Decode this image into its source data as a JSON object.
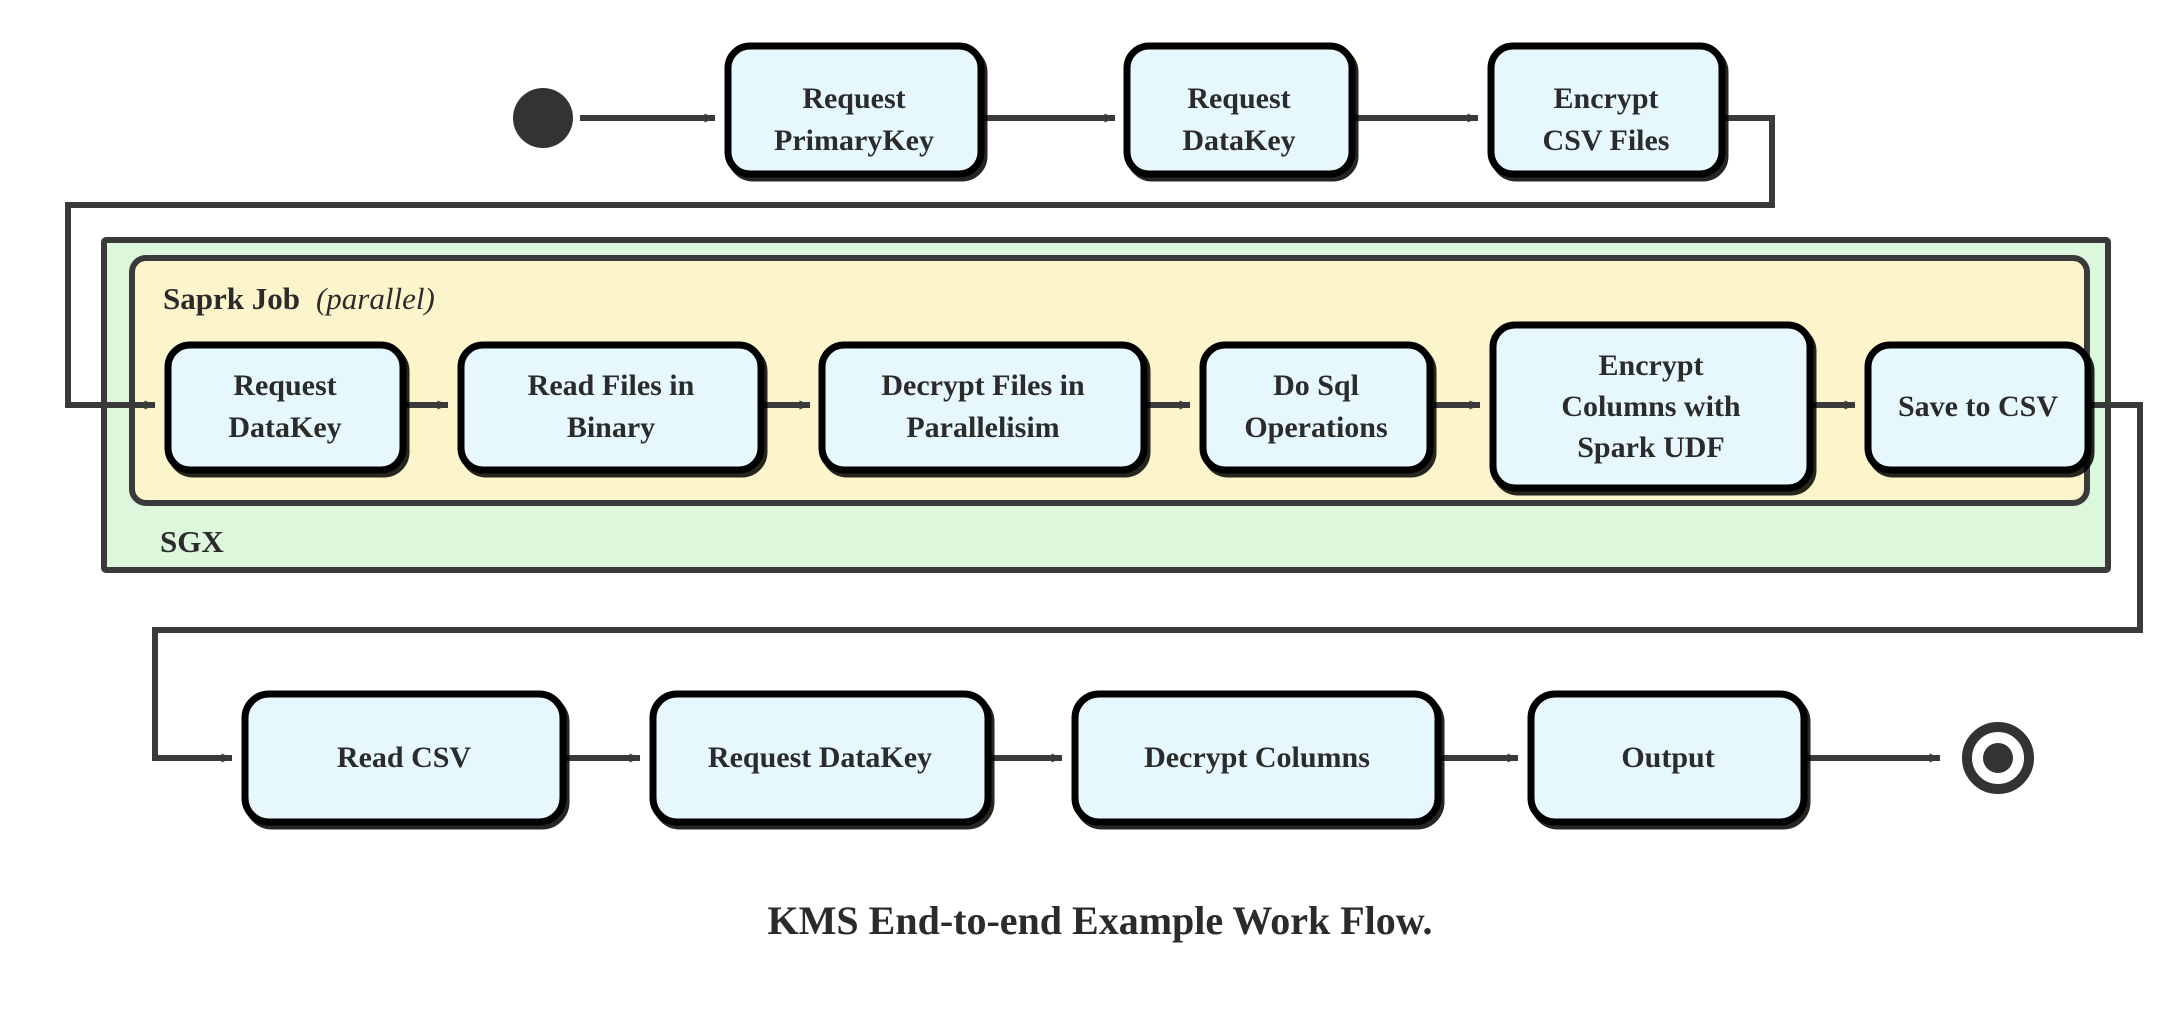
{
  "diagram": {
    "caption": "KMS End-to-end Example Work Flow.",
    "colors": {
      "node_fill": "#e6f8fd",
      "node_stroke": "#000000",
      "sgx_fill": "#ddf7dd",
      "spark_fill": "#fcf5cc",
      "container_stroke": "#3a3a3a",
      "edge_stroke": "#3a3a3a",
      "text": "#2b2b2b",
      "background": "#ffffff"
    },
    "start_node": {
      "name": "start-state",
      "shape": "filled-circle"
    },
    "end_node": {
      "name": "final-state",
      "shape": "bullseye-circle"
    },
    "containers": [
      {
        "id": "sgx",
        "label": "SGX",
        "fill": "#ddf7dd",
        "label_position": "bottom-left"
      },
      {
        "id": "spark",
        "label_main": "Saprk Job",
        "label_sub": "(parallel)",
        "fill": "#fcf5cc",
        "label_position": "top-left"
      }
    ],
    "rows": {
      "top": {
        "nodes": [
          {
            "id": "request-primarykey",
            "lines": [
              "Request",
              "PrimaryKey"
            ]
          },
          {
            "id": "request-datakey-top",
            "lines": [
              "Request",
              "DataKey"
            ]
          },
          {
            "id": "encrypt-csv-files",
            "lines": [
              "Encrypt",
              "CSV Files"
            ]
          }
        ]
      },
      "middle": {
        "nodes": [
          {
            "id": "request-datakey-spark",
            "lines": [
              "Request",
              "DataKey"
            ]
          },
          {
            "id": "read-files-in-binary",
            "lines": [
              "Read Files in",
              "Binary"
            ]
          },
          {
            "id": "decrypt-files-in-parallelisim",
            "lines": [
              "Decrypt Files in",
              "Parallelisim"
            ]
          },
          {
            "id": "do-sql-operations",
            "lines": [
              "Do Sql",
              "Operations"
            ]
          },
          {
            "id": "encrypt-columns-with-spark-udf",
            "lines": [
              "Encrypt",
              "Columns with",
              "Spark UDF"
            ]
          },
          {
            "id": "save-to-csv",
            "lines": [
              "Save to CSV"
            ]
          }
        ]
      },
      "bottom": {
        "nodes": [
          {
            "id": "read-csv",
            "lines": [
              "Read CSV"
            ]
          },
          {
            "id": "request-datakey-bottom",
            "lines": [
              "Request DataKey"
            ]
          },
          {
            "id": "decrypt-columns",
            "lines": [
              "Decrypt Columns"
            ]
          },
          {
            "id": "output",
            "lines": [
              "Output"
            ]
          }
        ]
      }
    },
    "edges": [
      {
        "from": "start-state",
        "to": "request-primarykey",
        "type": "straight"
      },
      {
        "from": "request-primarykey",
        "to": "request-datakey-top",
        "type": "straight"
      },
      {
        "from": "request-datakey-top",
        "to": "encrypt-csv-files",
        "type": "straight"
      },
      {
        "from": "encrypt-csv-files",
        "to": "request-datakey-spark",
        "type": "wrap-left"
      },
      {
        "from": "request-datakey-spark",
        "to": "read-files-in-binary",
        "type": "straight"
      },
      {
        "from": "read-files-in-binary",
        "to": "decrypt-files-in-parallelisim",
        "type": "straight"
      },
      {
        "from": "decrypt-files-in-parallelisim",
        "to": "do-sql-operations",
        "type": "straight"
      },
      {
        "from": "do-sql-operations",
        "to": "encrypt-columns-with-spark-udf",
        "type": "straight"
      },
      {
        "from": "encrypt-columns-with-spark-udf",
        "to": "save-to-csv",
        "type": "straight"
      },
      {
        "from": "save-to-csv",
        "to": "read-csv",
        "type": "wrap-left"
      },
      {
        "from": "read-csv",
        "to": "request-datakey-bottom",
        "type": "straight"
      },
      {
        "from": "request-datakey-bottom",
        "to": "decrypt-columns",
        "type": "straight"
      },
      {
        "from": "decrypt-columns",
        "to": "output",
        "type": "straight"
      },
      {
        "from": "output",
        "to": "final-state",
        "type": "straight"
      }
    ]
  }
}
